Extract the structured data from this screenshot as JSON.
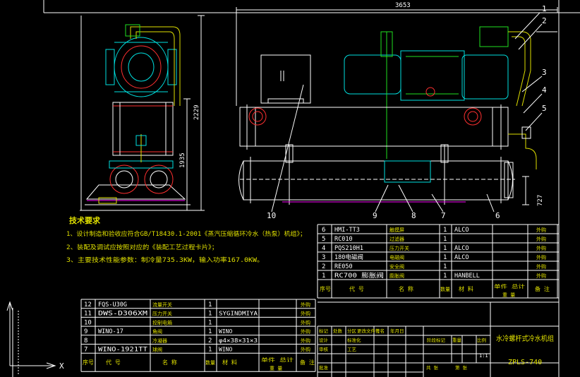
{
  "drawing": {
    "dimensions": {
      "top_width": "3653",
      "left_height_outer": "2229",
      "left_height_inner": "1935",
      "right_height": "727"
    },
    "callouts": [
      "1",
      "2",
      "3",
      "4",
      "5",
      "6",
      "7",
      "8",
      "9",
      "10"
    ],
    "tech_requirements": {
      "title": "技术要求",
      "lines": [
        "1、设计制造和验收应符合GB/T18430.1-2001《蒸汽压缩循环冷水（热泵）机组》；",
        "2、装配及调试应按照对应的《装配工艺过程卡片》；",
        "3、主要技术性能参数：制冷量735.3KW，输入功率167.0KW。"
      ]
    },
    "right_bom": {
      "rows": [
        {
          "no": "6",
          "code": "HMI-TT3",
          "name": "触摸屏",
          "qty": "1",
          "material": "ALCO",
          "note": "外购"
        },
        {
          "no": "5",
          "code": "RC010",
          "name": "过滤器",
          "qty": "1",
          "material": "",
          "note": "外购"
        },
        {
          "no": "4",
          "code": "PQS210H1",
          "name": "压力开关",
          "qty": "1",
          "material": "ALCO",
          "note": "外购"
        },
        {
          "no": "3",
          "code": "180电磁阀",
          "name": "电磁阀",
          "qty": "1",
          "material": "ALCO",
          "note": "外购"
        },
        {
          "no": "2",
          "code": "RE050",
          "name": "安全阀",
          "qty": "1",
          "material": "",
          "note": "外购"
        },
        {
          "no": "1",
          "code": "RC700 膨胀阀",
          "name": "膨胀阀",
          "qty": "1",
          "material": "HANBELL",
          "note": "外购"
        }
      ],
      "header": {
        "no": "序号",
        "code": "代 号",
        "name": "名 称",
        "qty": "数量",
        "material": "材 料",
        "unit": "单件 总计",
        "weight": "重 量",
        "note": "备 注"
      }
    },
    "left_bom": {
      "rows": [
        {
          "no": "12",
          "code": "FQS-U30G",
          "name": "流量开关",
          "qty": "1",
          "material": "",
          "note": "外购"
        },
        {
          "no": "11",
          "code": "DWS-D306XM",
          "name": "压力开关",
          "qty": "1",
          "material": "SYGINDMIYA",
          "note": "外购"
        },
        {
          "no": "10",
          "code": "",
          "name": "控制电箱",
          "qty": "1",
          "material": "",
          "note": "外购"
        },
        {
          "no": "9",
          "code": "WINO-17",
          "name": "角阀",
          "qty": "1",
          "material": "WINO",
          "note": "外购"
        },
        {
          "no": "8",
          "code": "",
          "name": "冷凝器",
          "qty": "2",
          "material": "φ4×38×31×3",
          "note": "外购"
        },
        {
          "no": "7",
          "code": "WINO-1921TT",
          "name": "球阀",
          "qty": "1",
          "material": "WINO",
          "note": "外购"
        }
      ],
      "header": {
        "no": "序号",
        "code": "代 号",
        "name": "名 称",
        "qty": "数量",
        "material": "材 料",
        "unit": "单件 总计",
        "weight": "重 量",
        "note": "备 注"
      }
    },
    "title_block": {
      "product_name": "水冷螺杆式冷水机组",
      "drawing_no": "ZPLS-740",
      "scale": "1:1",
      "labels": [
        "标记",
        "处数",
        "分区",
        "更改文件号",
        "签名",
        "年月日",
        "设计",
        "标准化",
        "审核",
        "工艺",
        "批准",
        "阶段标记",
        "重量",
        "比例",
        "共 张",
        "第 张"
      ]
    },
    "colors": {
      "background": "#000000",
      "outline": "#ffffff",
      "equipment": "#00e0e0",
      "piping": "#e0e000",
      "flange": "#ff3030",
      "accent": "#ff00ff",
      "green": "#20e020"
    }
  }
}
